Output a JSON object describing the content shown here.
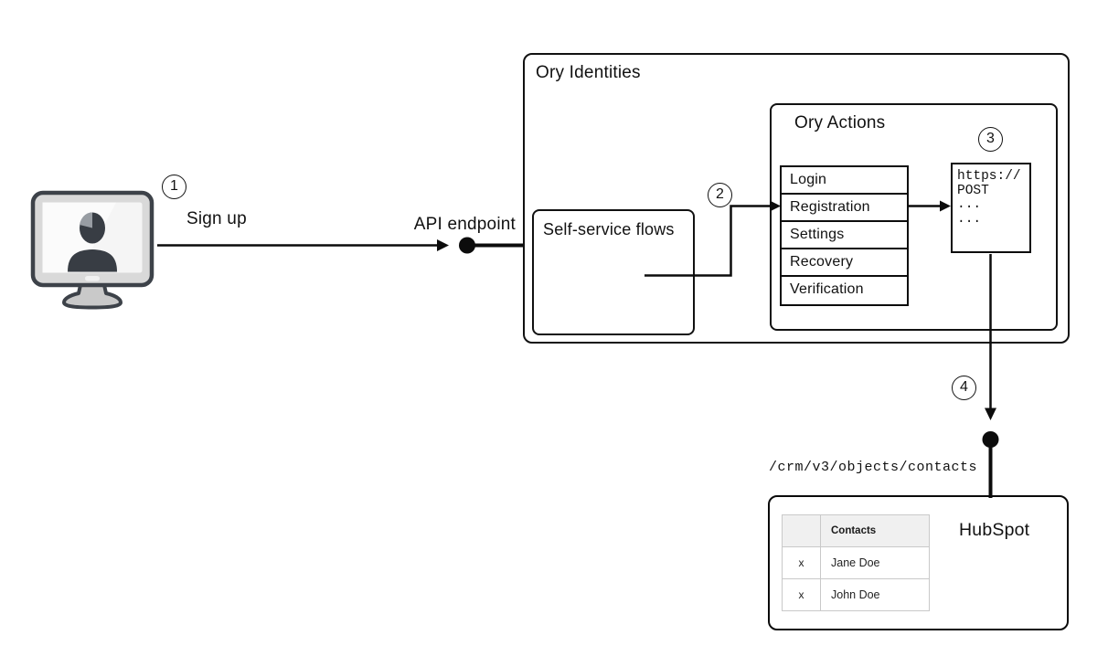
{
  "step_badges": {
    "s1": "1",
    "s2": "2",
    "s3": "3",
    "s4": "4"
  },
  "labels": {
    "sign_up": "Sign up",
    "api_endpoint": "API endpoint",
    "crm_endpoint": "/crm/v3/objects/contacts"
  },
  "ory_identities": {
    "title": "Ory Identities"
  },
  "self_service_flows": {
    "title": "Self-service flows"
  },
  "ory_actions": {
    "title": "Ory Actions",
    "flows": [
      "Login",
      "Registration",
      "Settings",
      "Recovery",
      "Verification"
    ]
  },
  "webhook_code": {
    "lines": [
      "https://",
      "POST",
      "...",
      "..."
    ]
  },
  "hubspot": {
    "title": "HubSpot",
    "contacts_table": {
      "headers": [
        "",
        "Contacts"
      ],
      "rows": [
        [
          "x",
          "Jane Doe"
        ],
        [
          "x",
          "John Doe"
        ]
      ]
    }
  },
  "icons": {
    "user_monitor": "user-on-monitor-icon",
    "endpoint_dot": "endpoint-node-dot",
    "arrow": "arrowhead"
  },
  "colors": {
    "line": "#0c0c0c",
    "box_border": "#111111",
    "table_border": "#c9c9c9",
    "table_header_bg": "#f0f0f0",
    "monitor_body": "#d9d9d9",
    "monitor_screen": "#f5f5f5",
    "monitor_outline": "#3d4249",
    "silhouette": "#383d44"
  }
}
